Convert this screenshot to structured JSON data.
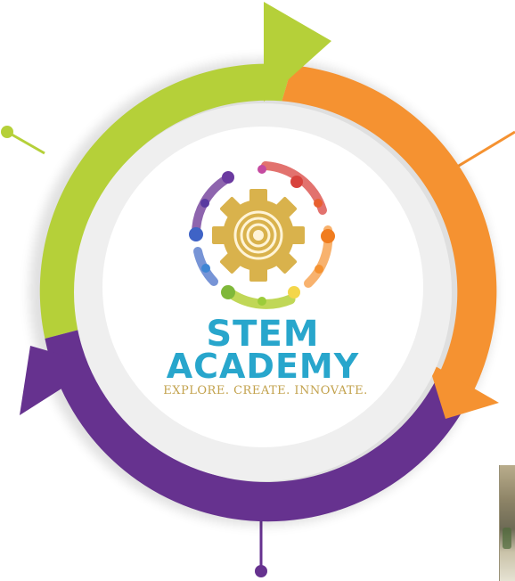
{
  "logo": {
    "title_line1": "STEM",
    "title_line2": "ACADEMY",
    "tagline": "EXPLORE. CREATE. INNOVATE."
  },
  "colors": {
    "green": "#b5d039",
    "orange": "#f59231",
    "purple": "#66328f",
    "teal": "#28a6cc",
    "gold": "#d9b24c",
    "tagline": "#c2a14b",
    "inner_ring": "#efefef"
  },
  "icons": [
    "gear-icon",
    "cycle-arrow-green",
    "cycle-arrow-orange",
    "cycle-arrow-purple"
  ]
}
